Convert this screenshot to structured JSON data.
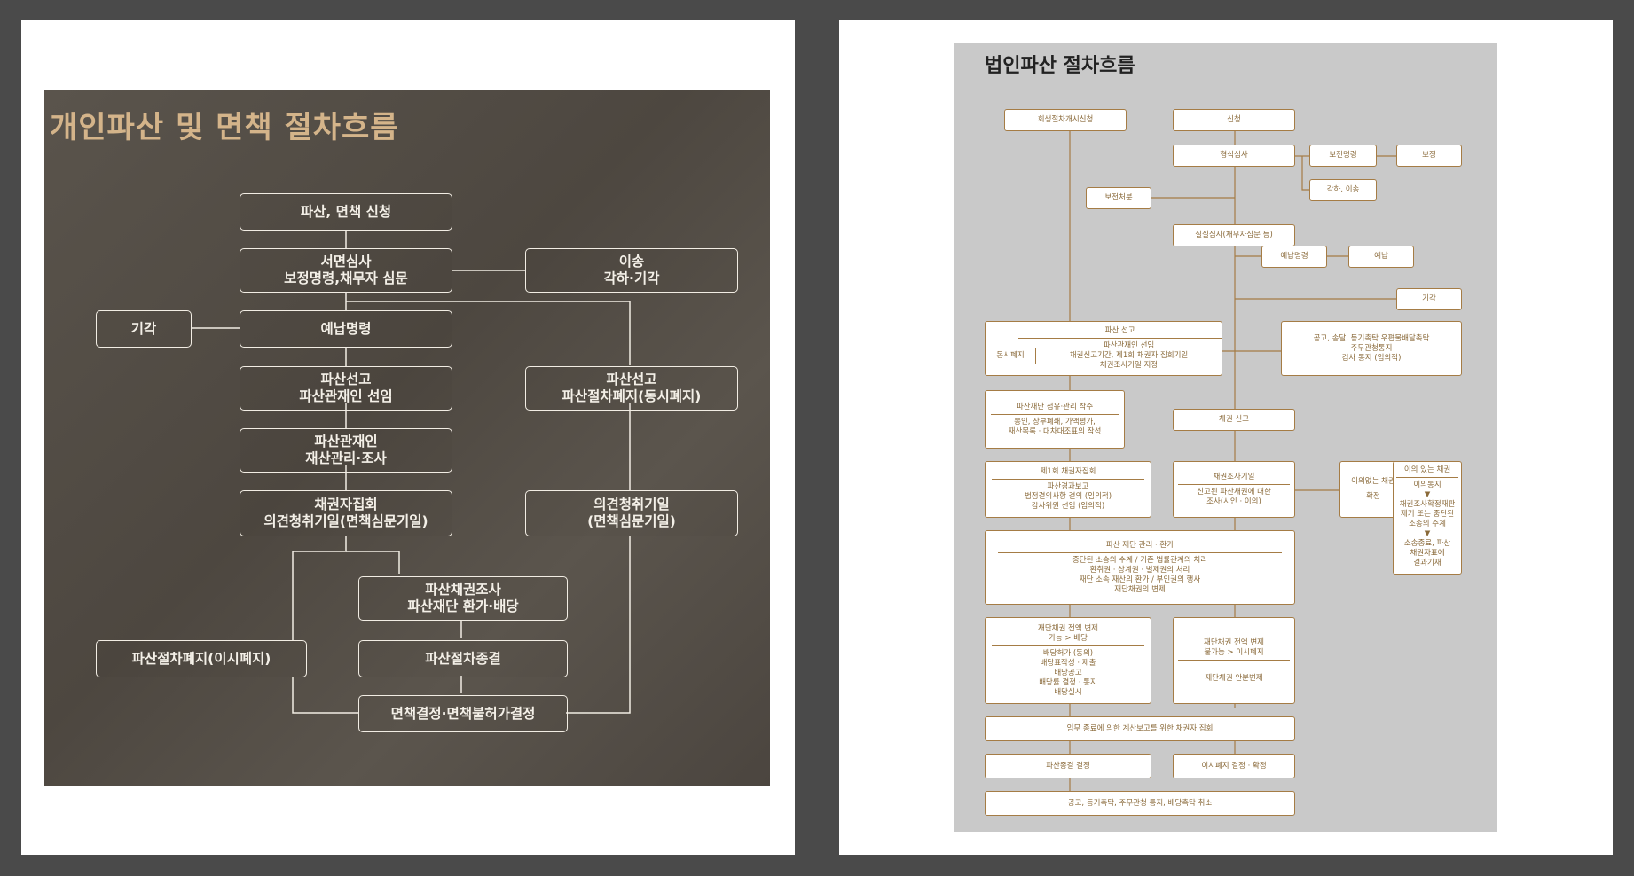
{
  "left": {
    "title": "개인파산 및 면책 절차흐름",
    "boxes": {
      "apply": [
        "파산, 면책 신청"
      ],
      "review": [
        "서면심사",
        "보정명령,채무자 심문"
      ],
      "transfer": [
        "이송",
        "각하·기각"
      ],
      "reject": [
        "기각"
      ],
      "prepay": [
        "예납명령"
      ],
      "declare": [
        "파산선고",
        "파산관재인 선임"
      ],
      "declare_abolish": [
        "파산선고",
        "파산절차폐지(동시폐지)"
      ],
      "trustee": [
        "파산관재인",
        "재산관리·조사"
      ],
      "creditors": [
        "채권자집회",
        "의견청취기일(면책심문기일)"
      ],
      "opinion": [
        "의견청취기일",
        "(면책심문기일)"
      ],
      "investigate": [
        "파산채권조사",
        "파산재단 환가·배당"
      ],
      "abolish_after": [
        "파산절차폐지(이시폐지)"
      ],
      "end": [
        "파산절차종결"
      ],
      "discharge": [
        "면책결정·면책불허가결정"
      ]
    }
  },
  "right": {
    "title": "법인파산 절차흐름",
    "boxes": {
      "rehab": "회생절차개시신청",
      "apply": "신청",
      "formal": "형식심사",
      "preserve_order": "보전명령",
      "correction": "보정",
      "dismiss_transfer": "각하, 이송",
      "preserve_dispose": "보전처분",
      "substantive": "실질심사(채무자심문 등)",
      "prepay_order": "예납명령",
      "prepay": "예납",
      "reject": "기각",
      "declare_title": "파산 선고",
      "declare_side": "동시폐지",
      "declare_lines": [
        "파산관재인 선임",
        "채권신고기간, 제1회 채권자 집회기일",
        "채권조사기일 지정"
      ],
      "notice": [
        "공고, 송달, 등기촉탁 우편물배달촉탁",
        "주무관청통지",
        "검사 통지 (임의적)"
      ],
      "estate_title": "파산재단 점유·관리 착수",
      "estate_lines": [
        "봉인, 장부폐쇄, 가액평가,",
        "재산목록 · 대차대조표의 작성"
      ],
      "claim_report": "채권 신고",
      "first_meeting_title": "제1회 채권자집회",
      "first_meeting_lines": [
        "파산경과보고",
        "법정결의사항 결의 (임의적)",
        "감사위원 선임 (임의적)"
      ],
      "claim_exam_title": "채권조사기일",
      "claim_exam_lines": [
        "신고된 파산채권에 대한",
        "조사(시인 · 이의)"
      ],
      "no_objection_title": "이의없는 채권",
      "no_objection_line": "확정",
      "objection_title": "이의 있는 채권",
      "objection_lines": [
        "이의통지",
        "▼",
        "채권조사확정재판",
        "제기 또는 중단된",
        "소송의 수계",
        "▼",
        "소송종료, 파산",
        "채권자표에",
        "결과기재"
      ],
      "manage_title": "파산 재단 관리 · 환가",
      "manage_lines": [
        "중단된 소송의 수계 / 기존 법률관계의 처리",
        "환취권 · 상계권 · 별제권의 처리",
        "재단 소속 재산의 환가 / 부인권의 행사",
        "재단채권의 변제"
      ],
      "pay_possible_title": [
        "재단채권 전액 변제",
        "가능 > 배당"
      ],
      "pay_possible_lines": [
        "배당허가 (동의)",
        "배당표작성 · 제출",
        "배당공고",
        "배당률 결정 · 통지",
        "배당실시"
      ],
      "pay_impossible_title": [
        "재단채권 전액 변제",
        "불가능 > 이시폐지"
      ],
      "pay_impossible_line": "재단채권 안분변제",
      "final_meeting": "임무 종료에 의한 계산보고를 위한 채권자 집회",
      "end_decision": "파산종결 결정",
      "abolish_decision": "이시폐지 결정 · 확정",
      "final_notice": "공고, 등기촉탁, 주무관청 통지, 배당촉탁 취소"
    }
  }
}
